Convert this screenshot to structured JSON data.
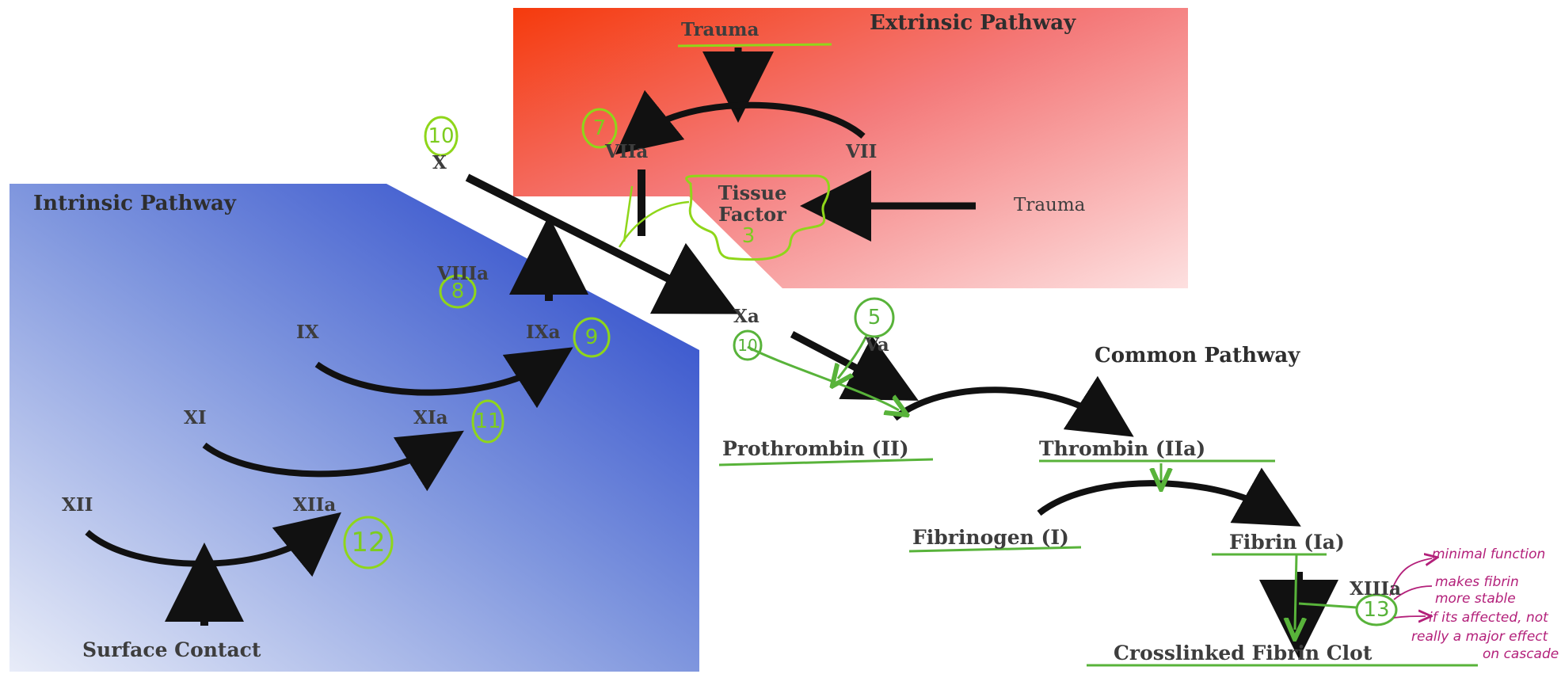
{
  "pathways": {
    "extrinsic": {
      "title": "Extrinsic Pathway",
      "color": "#f23a12"
    },
    "intrinsic": {
      "title": "Intrinsic Pathway",
      "color": "#2444c6"
    },
    "common": {
      "title": "Common Pathway"
    }
  },
  "labels": {
    "trauma_top": "Trauma",
    "trauma_right": "Trauma",
    "viia": "VIIa",
    "vii": "VII",
    "tissue_factor_line1": "Tissue",
    "tissue_factor_line2": "Factor",
    "x": "X",
    "xa": "Xa",
    "va": "Va",
    "viiia": "VIIIa",
    "ix": "IX",
    "ixa": "IXa",
    "xi": "XI",
    "xia": "XIa",
    "xii": "XII",
    "xiia": "XIIa",
    "surface_contact": "Surface Contact",
    "prothrombin": "Prothrombin (II)",
    "thrombin": "Thrombin (IIa)",
    "fibrinogen": "Fibrinogen (I)",
    "fibrin": "Fibrin (Ia)",
    "xiiia": "XIIIa",
    "clot": "Crosslinked Fibrin Clot"
  },
  "annotations": {
    "numbers": {
      "n7": "7",
      "n10_top": "10",
      "n3": "3",
      "n8": "8",
      "n9": "9",
      "n5": "5",
      "n10_mid": "10",
      "n11": "11",
      "n12": "12",
      "n13": "13"
    },
    "notes": {
      "line1": "minimal function",
      "line2": "makes fibrin",
      "line3": "more stable",
      "line4": "if its affected, not",
      "line5": "really a major effect",
      "line6": "on cascade"
    },
    "colors": {
      "highlight": "#8fd61a",
      "ink": "#58b33a",
      "note": "#b3207a"
    }
  }
}
